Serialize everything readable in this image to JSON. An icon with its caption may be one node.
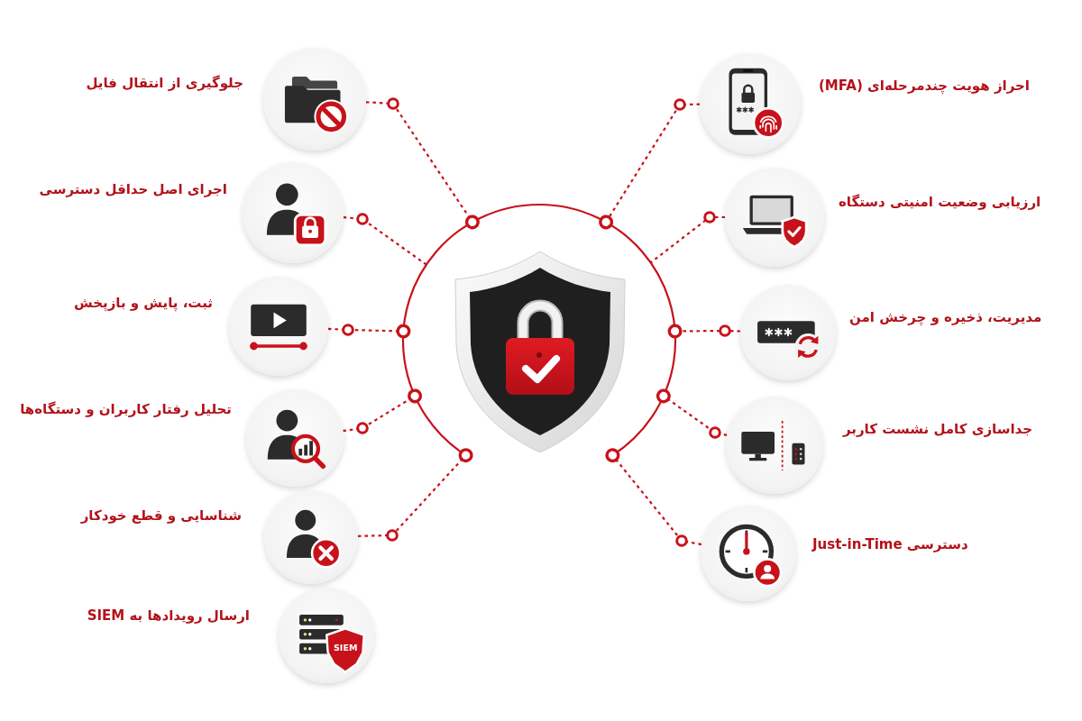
{
  "diagram": {
    "nodes": [
      {
        "text": [],
        "shape": "circle"
      },
      {
        "text": [],
        "shape": "picture",
        "in": 0
      },
      {
        "text": [],
        "shape": "picture",
        "beside": [
          "احراز هویت چندمرحله‌ای (MFA)"
        ]
      },
      {
        "text": [],
        "shape": "picture",
        "beside": [
          "ارزیابی وضعیت امنیتی دستگاه"
        ]
      },
      {
        "text": [],
        "shape": "picture",
        "beside": [
          "مدیریت، ذخیره و چرخش امن"
        ]
      },
      {
        "text": [],
        "shape": "picture",
        "beside": [
          "جداسازی کامل نشست کاربر"
        ]
      },
      {
        "text": [],
        "shape": "picture",
        "beside": [
          "دسترسی Just-in-Time"
        ]
      },
      {
        "text": [],
        "shape": "picture",
        "beside": [
          "جلوگیری از انتقال فایل"
        ]
      },
      {
        "text": [],
        "shape": "picture",
        "beside": [
          "اجرای اصل حداقل دسترسی"
        ]
      },
      {
        "text": [],
        "shape": "picture",
        "beside": [
          "ثبت، پایش و بازپخش"
        ]
      },
      {
        "text": [],
        "shape": "picture",
        "beside": [
          "تحلیل رفتار کاربران و دستگاه‌ها"
        ]
      },
      {
        "text": [],
        "shape": "picture",
        "beside": [
          "شناسایی و قطع خودکار"
        ]
      },
      {
        "text": [
          "SIEM"
        ],
        "beside": [
          "ارسال رویدادها به SIEM"
        ]
      }
    ],
    "edges": [
      {
        "from": 2,
        "to": 0,
        "arrow": "other"
      },
      {
        "from": 3,
        "to": 0,
        "arrow": "none"
      },
      {
        "from": 4,
        "to": 0,
        "arrow": "other"
      },
      {
        "from": 5,
        "to": 0,
        "arrow": "other"
      },
      {
        "from": 6,
        "to": 0,
        "arrow": "other"
      },
      {
        "from": 7,
        "to": 0,
        "arrow": "other"
      },
      {
        "from": 8,
        "to": 0,
        "arrow": "none"
      },
      {
        "from": 9,
        "to": 0,
        "arrow": "other"
      },
      {
        "from": 10,
        "to": 0,
        "arrow": "other"
      },
      {
        "from": 11,
        "to": 0,
        "arrow": "other"
      }
    ]
  }
}
